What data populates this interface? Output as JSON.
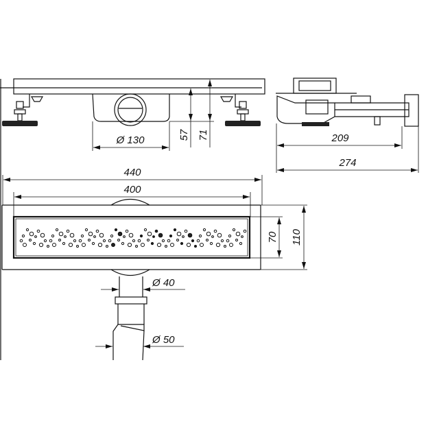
{
  "dimensions": {
    "d130": "Ø 130",
    "h57": "57",
    "h71": "71",
    "w209": "209",
    "w274": "274",
    "w440": "440",
    "w400": "400",
    "h70": "70",
    "h110": "110",
    "d40": "Ø 40",
    "d50": "Ø 50"
  },
  "colors": {
    "line": "#111111",
    "background": "#ffffff"
  }
}
